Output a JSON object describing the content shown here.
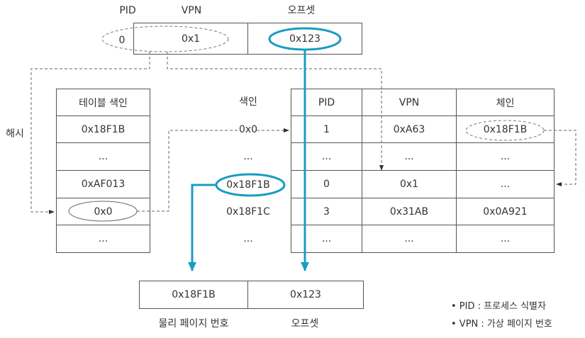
{
  "virtual_address": {
    "labels": {
      "pid": "PID",
      "vpn": "VPN",
      "offset": "오프셋"
    },
    "pid": "0",
    "vpn": "0x1",
    "offset": "0x123"
  },
  "hash_label": "해시",
  "hash_anchor_table": {
    "header": "테이블 색인",
    "rows": [
      "0x18F1B",
      "...",
      "0xAF013",
      "0x0",
      "..."
    ]
  },
  "index_column": {
    "header": "색인",
    "rows": [
      "0x0",
      "...",
      "0x18F1B",
      "0x18F1C",
      "..."
    ]
  },
  "inverted_page_table": {
    "headers": [
      "PID",
      "VPN",
      "체인"
    ],
    "rows": [
      [
        "1",
        "0xA63",
        "0x18F1B"
      ],
      [
        "...",
        "...",
        "..."
      ],
      [
        "0",
        "0x1",
        "..."
      ],
      [
        "3",
        "0x31AB",
        "0x0A921"
      ],
      [
        "...",
        "...",
        "..."
      ]
    ]
  },
  "physical_address": {
    "ppn": "0x18F1B",
    "offset": "0x123",
    "labels": {
      "ppn": "물리 페이지 번호",
      "offset": "오프셋"
    }
  },
  "legend": [
    "• PID : 프로세스 식별자",
    "• VPN : 가상 페이지 번호"
  ],
  "colors": {
    "accent": "#1a9cc0",
    "line": "#555555",
    "dashed": "#666666"
  }
}
